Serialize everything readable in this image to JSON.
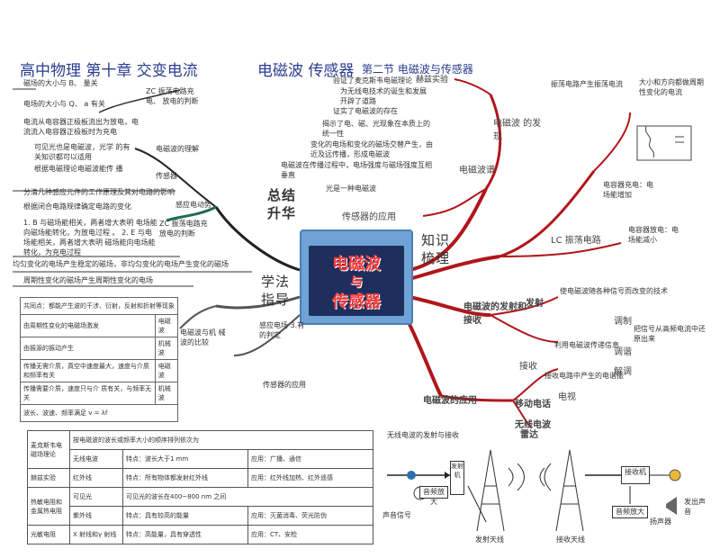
{
  "titles": {
    "left": "高中物理 第十章 交变电流",
    "center": "电磁波 传感器",
    "section": "第二节 电磁波与传感器"
  },
  "center_image": {
    "line1": "电磁波",
    "line2": "与",
    "line3": "传感器"
  },
  "main_branches": {
    "summary": "总结",
    "summary2": "升华",
    "knowledge": "知识",
    "knowledge2": "梳理",
    "method": "学法",
    "method2": "指导"
  },
  "left_notes": [
    "磁场的大小与 B、 量关",
    "电场的大小与 Q、 a 有关",
    "电流从电容器正极板流出为放电，电流流入电容器正极板时为充电",
    "可见光也是电磁波，光学 的有关知识都可以适用",
    "根据电磁理论电磁波能传 播",
    "分清几种感应元件的工作原理及其对电路的影响",
    "根据闭合电路规律确定电路的变化",
    "1. B 与磁场能相关，两者增大表明 电场能向磁场能转化，为放电过程 。 2. E 与电场能相关，两者增大表明 磁场能向电场能转化，为充电过程",
    "均匀变化的电场产生稳定的磁场，非均匀变化的电场产生变化的磁场",
    "周期性变化的磁场产生周期性变化的电场"
  ],
  "left_small_labels": {
    "zc1": "ZC 振荡电路充 电、 放电的判断",
    "zc2": "ZC 振荡电路充 放电的判断",
    "em_theory": "电磁波的理解",
    "sensor": "传感器",
    "sensor_apply": "感应电动势",
    "em_mech": "电磁波与机 械波的比较",
    "sensor_circuit": "传感器的应用",
    "em_gen": "感应电场 3.有的判定"
  },
  "table1": {
    "rows": [
      [
        "共同点：都能产生波的干涉、衍射，反射和折射等现象",
        ""
      ],
      [
        "由周期性变化的电磁场激发",
        "电磁波"
      ],
      [
        "由振源的振动产生",
        "机械波"
      ],
      [
        "传播无需介质，真空中速度最大，速度与介质和频率有关",
        "电磁波"
      ],
      [
        "传播需要介质，速度只与介 质有关，与频率无关",
        "机械波"
      ]
    ],
    "footer": "波长、波速、频率满足 v = λf"
  },
  "table2": {
    "header": "按电磁波的波长或频率大小的顺序排列依次为",
    "rows": [
      [
        "无线电波",
        "特点：波长大于1 mm",
        "应用：广播、通信"
      ],
      [
        "红外线",
        "特点：所有物体都发射红外线",
        "应用：红外线加热、红外遥感"
      ],
      [
        "可见光",
        "可见光的波长在400~800 nm 之间",
        ""
      ],
      [
        "紫外线",
        "特点：具有较高的能量",
        "应用：灭菌消毒、荧光防伪"
      ],
      [
        "X 射线和γ 射线",
        "特点：高能量，具有穿透性",
        "应用：CT、安检"
      ]
    ],
    "left_col": [
      "麦克斯韦电磁场理论",
      "赫兹实验",
      "热敏电阻和金属热电阻",
      "光敏电阻"
    ]
  },
  "right_nodes": {
    "hertz": "赫兹实验",
    "discover": "电磁波 的发现",
    "lc": "LC 振荡电路",
    "em_launch": "电磁波的发射和接收",
    "apply": "电磁波的应用",
    "spectrum": "电磁波谱",
    "sensor_use": "传感器的应用",
    "radio": "无线电波",
    "radar": "雷达",
    "phone": "移动电话",
    "tv": "电视",
    "launch": "发射",
    "receive": "接收",
    "modulate": "调制",
    "resonate": "调谐",
    "demod": "解调"
  },
  "right_texts": [
    "验证了麦克斯韦电磁理论",
    "为无线电技术的诞生和发展开辟了道路",
    "证实了电磁波的存在",
    "揭示了电、磁、光现象在本质上的统一性",
    "变化的电场和变化的磁场交替产生，由近及远传播，形成电磁波",
    "电磁波在传播过程中，电场强度与磁场强度互相垂直",
    "光是一种电磁波",
    "振荡电路产生振荡电流",
    "大小和方向都做周期性变化的电流",
    "电容器充电：电场能增加",
    "电容器放电：电场能减小",
    "使电磁波随各种信号而改变的技术",
    "把信号从高频电流中还原出来",
    "利用电磁波传递信息",
    "接收电路中产生的电谐振"
  ],
  "diagram_bottom": {
    "title": "无线电波的发射与接收",
    "mic": "声音信号",
    "amp1": "音频放大",
    "mod": "发射机",
    "tower1": "发射天线",
    "tower2": "接收天线",
    "recv": "接收机",
    "amp2": "音频放大",
    "speaker": "扬声器",
    "out": "发出声音"
  }
}
